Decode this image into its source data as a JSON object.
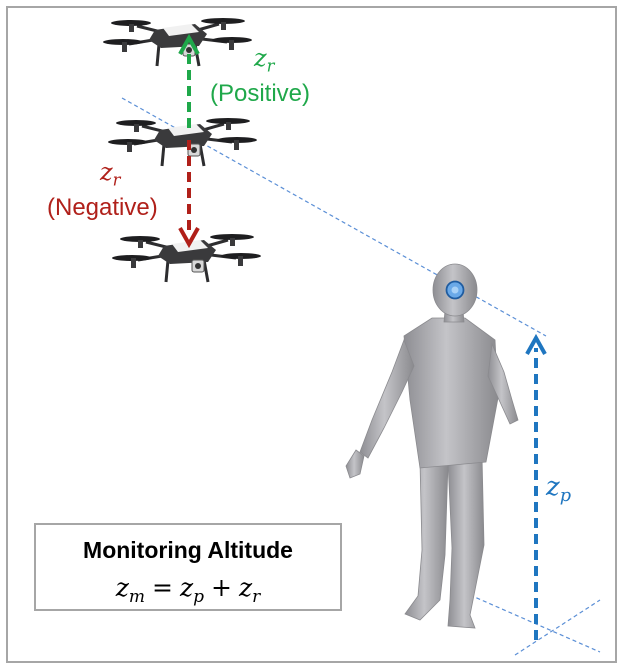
{
  "colors": {
    "positive": "#1fa84a",
    "negative": "#b0201a",
    "person": "#1f76c0",
    "guide": "#5b8fd6",
    "frame": "#a6a6a6",
    "human_body": "#a9a9ad",
    "drone_body": "#3a3a3c"
  },
  "icons": [
    "drone-icon",
    "human-figure",
    "head-sensor-icon"
  ],
  "labels": {
    "zr_positive_var": "z",
    "zr_positive_sub": "r",
    "zr_positive_text": "(Positive)",
    "zr_negative_var": "z",
    "zr_negative_sub": "r",
    "zr_negative_text": "(Negative)",
    "zp_var": "z",
    "zp_sub": "p"
  },
  "altitude_box": {
    "title": "Monitoring Altitude",
    "lhs_var": "z",
    "lhs_sub": "m",
    "equals": "=",
    "term1_var": "z",
    "term1_sub": "p",
    "plus": "+",
    "term2_var": "z",
    "term2_sub": "r"
  }
}
